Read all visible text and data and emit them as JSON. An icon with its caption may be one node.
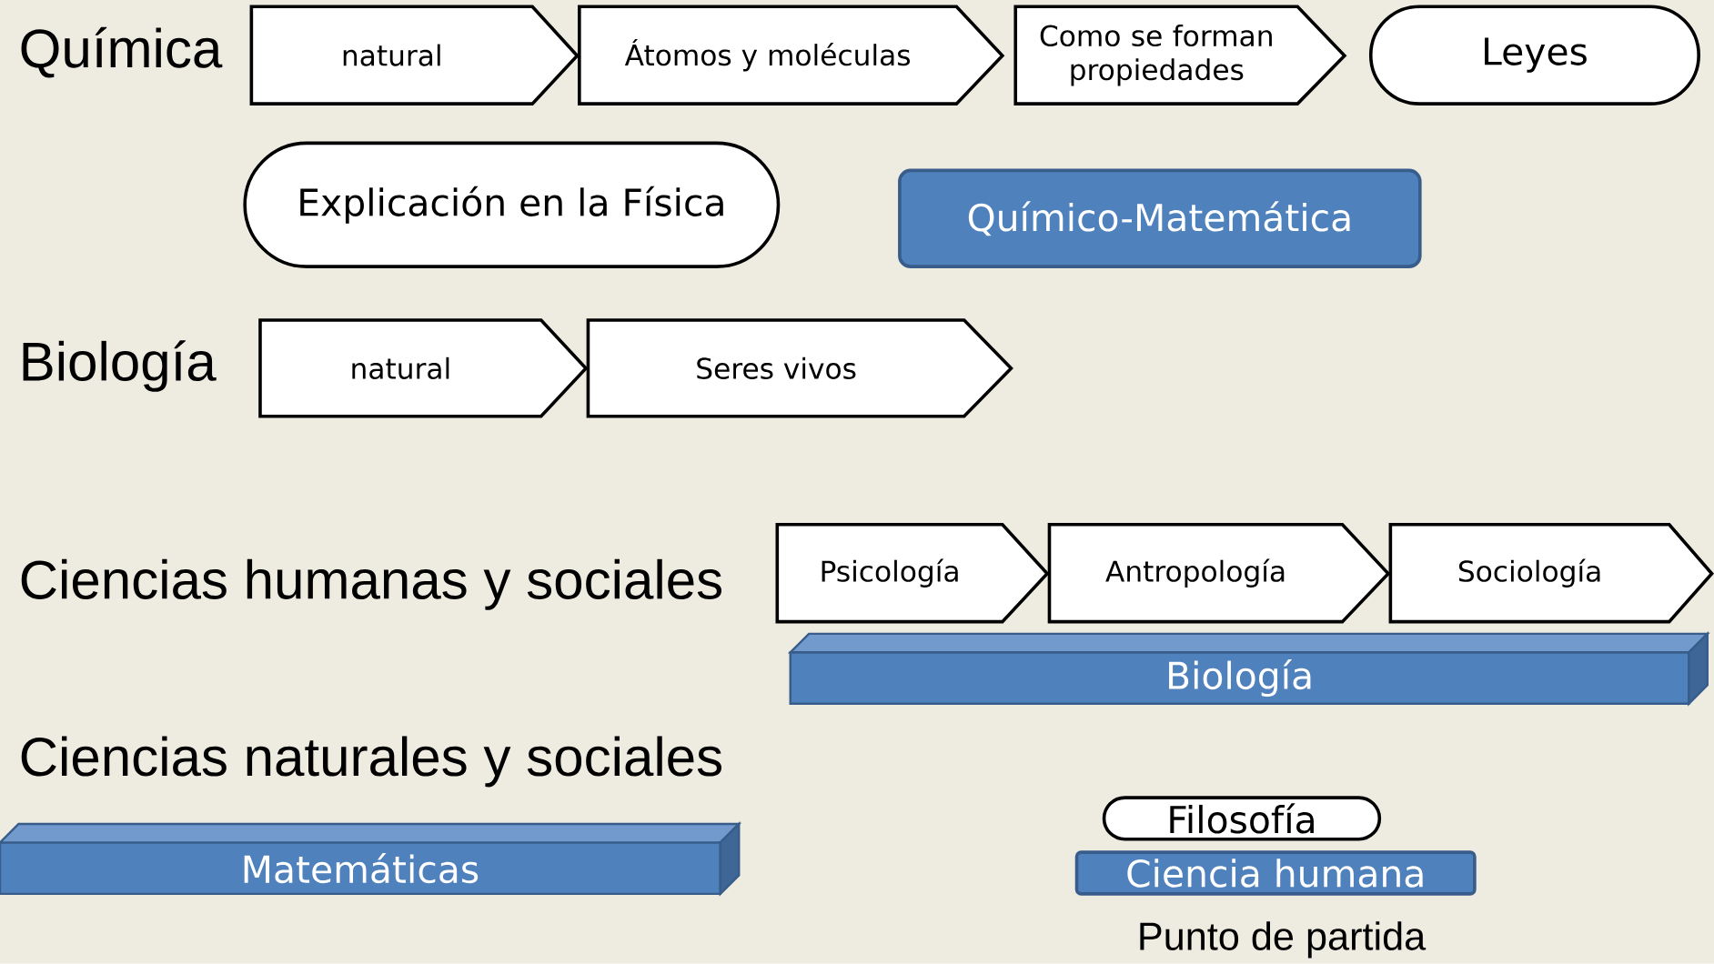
{
  "diagram": {
    "nodes": [
      {
        "text": [
          "natural"
        ]
      },
      {
        "text": [
          "Átomos y moléculas"
        ]
      },
      {
        "text": [
          "Como se forman propiedades"
        ]
      },
      {
        "text": [
          "Leyes"
        ]
      },
      {
        "text": [
          "Explicación en la Física"
        ]
      },
      {
        "text": [
          "Químico-Matemática"
        ]
      },
      {
        "text": [
          "natural"
        ]
      },
      {
        "text": [
          "Seres vivos"
        ]
      },
      {
        "text": [
          "Psicología"
        ]
      },
      {
        "text": [
          "Antropología"
        ]
      },
      {
        "text": [
          "Sociología"
        ]
      },
      {
        "text": [
          "Biología"
        ]
      },
      {
        "text": [
          "Filosofía"
        ]
      },
      {
        "text": [
          "Ciencia humana"
        ]
      },
      {
        "text": [
          "Matemáticas"
        ]
      }
    ],
    "labels": [
      "Química",
      "Biología",
      "Ciencias humanas y sociales",
      "Ciencias naturales y sociales",
      "Punto de partida"
    ]
  }
}
